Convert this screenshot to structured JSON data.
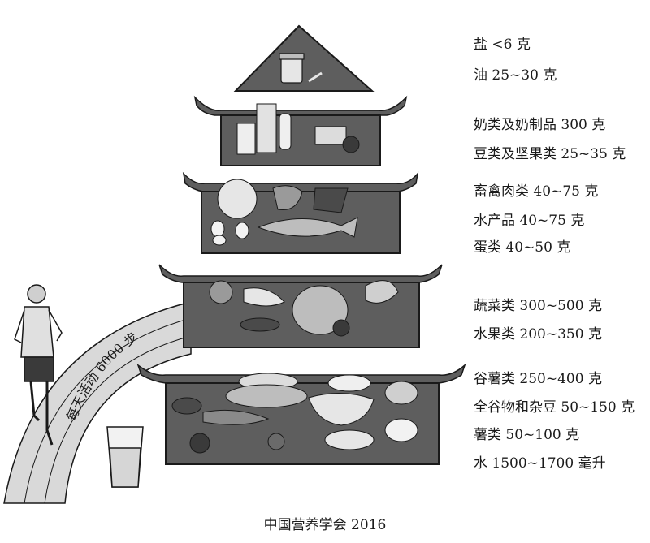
{
  "tiers": [
    {
      "id": "salt-oil",
      "items": [
        "盐 <6 克",
        "油 25~30 克"
      ]
    },
    {
      "id": "dairy-soy",
      "items": [
        "奶类及奶制品 300 克",
        "豆类及坚果类 25~35 克"
      ]
    },
    {
      "id": "meat-fish-egg",
      "items": [
        "畜禽肉类 40~75 克",
        "水产品 40~75 克",
        "蛋类 40~50 克"
      ]
    },
    {
      "id": "veg-fruit",
      "items": [
        "蔬菜类 300~500 克",
        "水果类 200~350 克"
      ]
    },
    {
      "id": "grains",
      "items": [
        "谷薯类 250~400 克",
        "全谷物和杂豆 50~150 克",
        "薯类 50~100 克",
        "水 1500~1700 毫升"
      ]
    }
  ],
  "activity": {
    "text": "每天活动 6000 步"
  },
  "caption": "中国营养学会 2016",
  "colors": {
    "tier_fill": "#5e5e5e",
    "outline": "#1a1a1a",
    "road": "#d9d9d9"
  },
  "icons": [
    "runner-icon",
    "water-glass-icon",
    "salt-jar-icon",
    "spoon-icon"
  ]
}
